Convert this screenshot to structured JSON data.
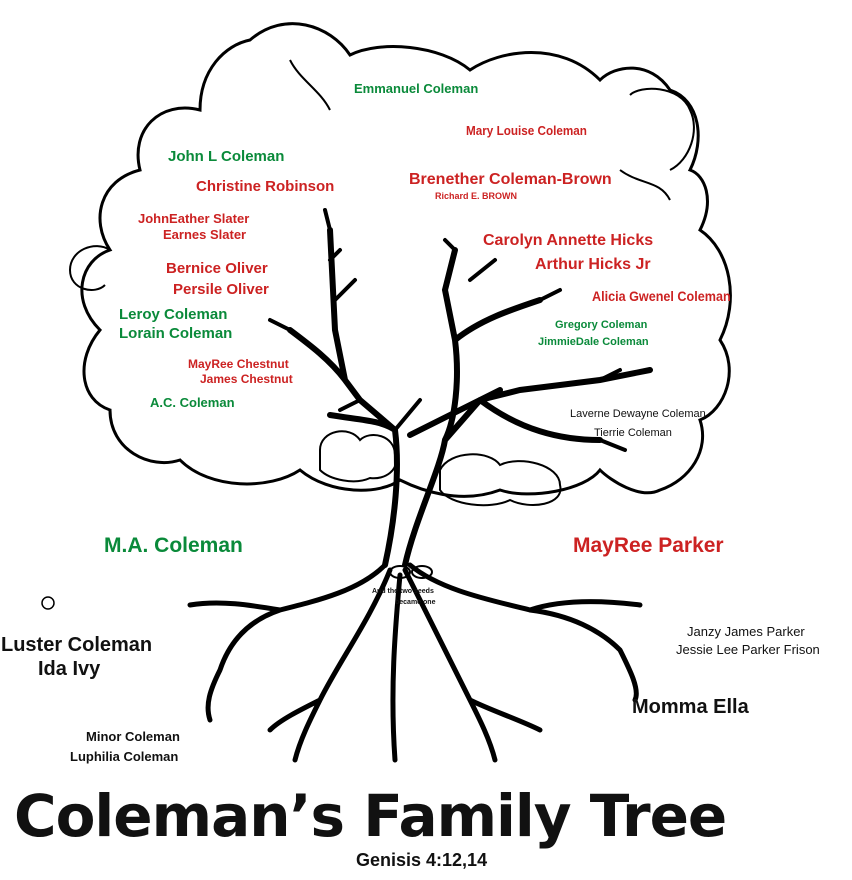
{
  "title": "Coleman’s Family Tree",
  "subtitle": "Genisis 4:12,14",
  "colors": {
    "green": "#0a8a3a",
    "red": "#cc2222",
    "black": "#111111"
  },
  "leaves": {
    "emmanuel": "Emmanuel    Coleman",
    "mary_louise": "Mary Louise Coleman",
    "john_l": "John L Coleman",
    "christine": "Christine Robinson",
    "brenether": "Brenether Coleman-Brown",
    "richard": "Richard E. BROWN",
    "johneather": "JohnEather Slater",
    "earnes": "Earnes Slater",
    "carolyn": "Carolyn Annette Hicks",
    "arthur": "Arthur Hicks Jr",
    "bernice": "Bernice Oliver",
    "persile": "Persile Oliver",
    "alicia": "Alicia Gwenel Coleman",
    "leroy": "Leroy Coleman",
    "lorain": "Lorain Coleman",
    "gregory": "Gregory Coleman",
    "jimmiedale": "JimmieDale  Coleman",
    "mayree_chestnut": "MayRee Chestnut",
    "james_chestnut": "James Chestnut",
    "ac": "A.C. Coleman",
    "laverne": "Laverne Dewayne Coleman",
    "tierrie": "Tierrie Coleman"
  },
  "trunk": {
    "ma": "M.A. Coleman",
    "mayree_parker": "MayRee Parker",
    "seeds_line1": "And the two seeds",
    "seeds_line2": "became one"
  },
  "roots": {
    "luster": "Luster Coleman",
    "ida": "Ida Ivy",
    "janzy": "Janzy James Parker",
    "jessie": "Jessie Lee Parker Frison",
    "momma": "Momma Ella",
    "minor": "Minor Coleman",
    "luphilia": "Luphilia Coleman"
  }
}
